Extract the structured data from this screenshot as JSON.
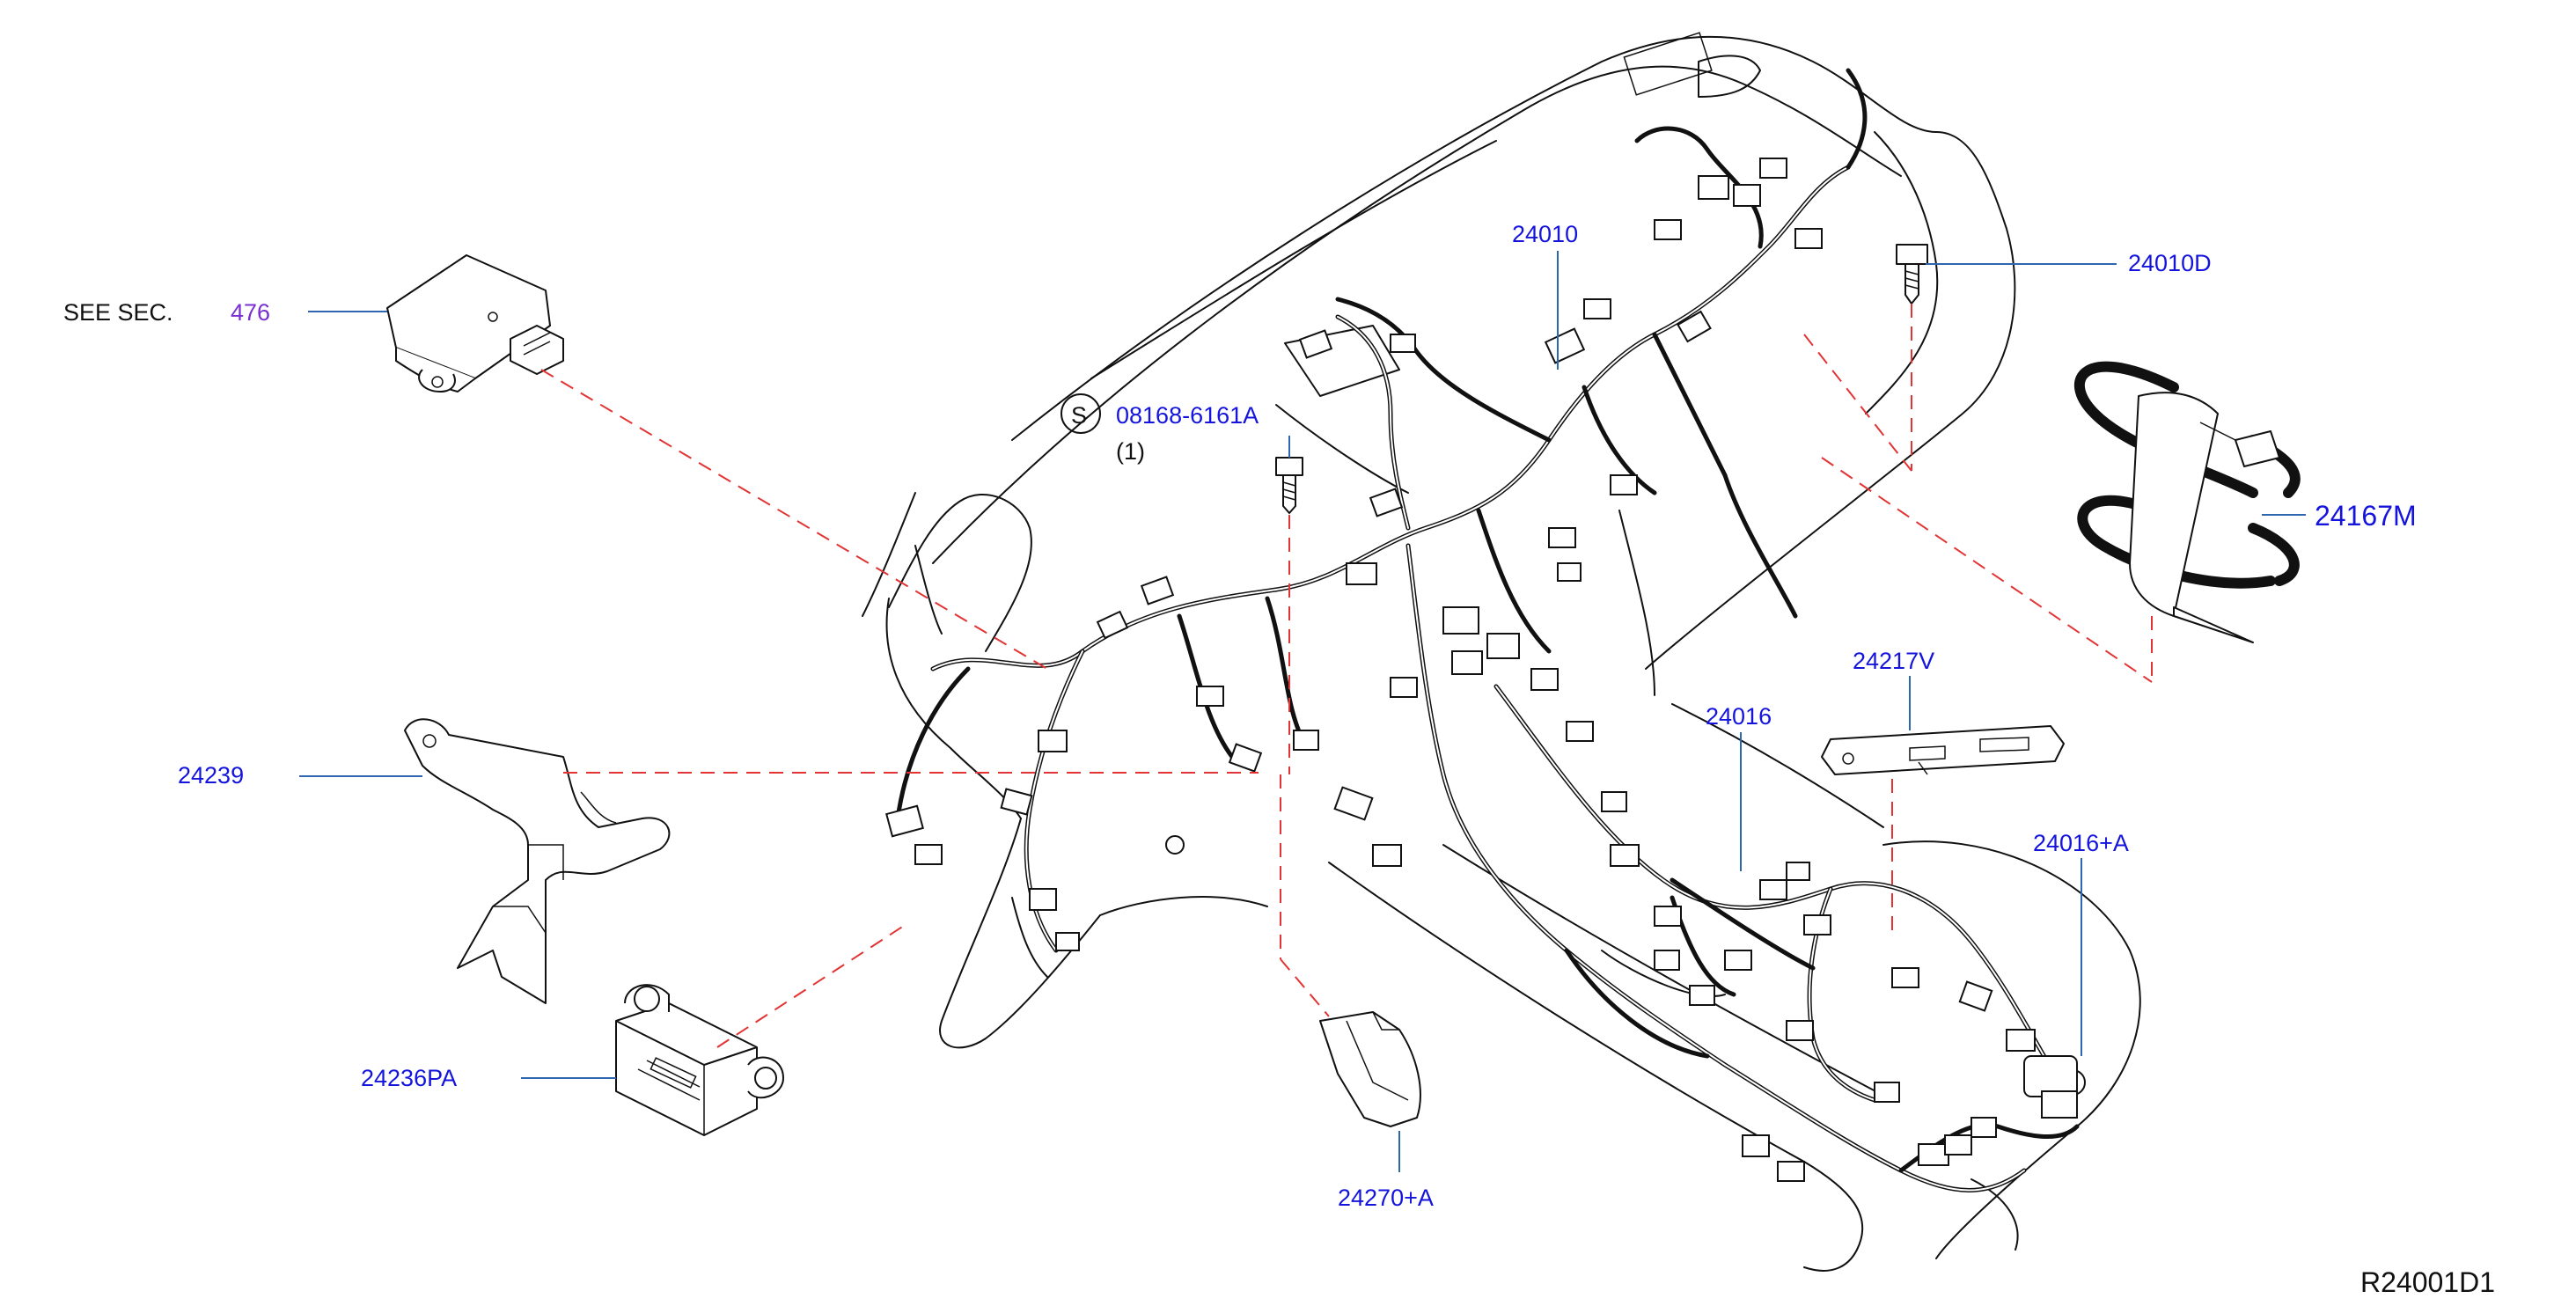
{
  "colors": {
    "part_label": "#1414dc",
    "see_section_ref": "#7a2fd0",
    "text_black": "#111111",
    "leader_line": "#2f66b0",
    "dashed_line": "#e23434",
    "linework": "#111111"
  },
  "labels": {
    "see_sec_prefix": "SEE   SEC.",
    "see_sec_number": "476",
    "p24010": "24010",
    "p24010d": "24010D",
    "p24167m": "24167M",
    "p24217v": "24217V",
    "p24016": "24016",
    "p24016a": "24016+A",
    "p24239": "24239",
    "p24236pa": "24236PA",
    "p24270a": "24270+A",
    "std_part_symbol": "S",
    "std_part_number": "08168-6161A",
    "std_part_qty": "(1)",
    "diagram_id": "R24001D1"
  },
  "icons": {
    "std_part": "circled-s-icon",
    "bolt": "bolt-icon",
    "clip": "clip-icon",
    "bracket": "bracket-icon",
    "control_module": "control-module-icon",
    "harness": "wire-harness-icon",
    "tape": "tape-roll-icon",
    "cover": "cover-trim-icon"
  }
}
